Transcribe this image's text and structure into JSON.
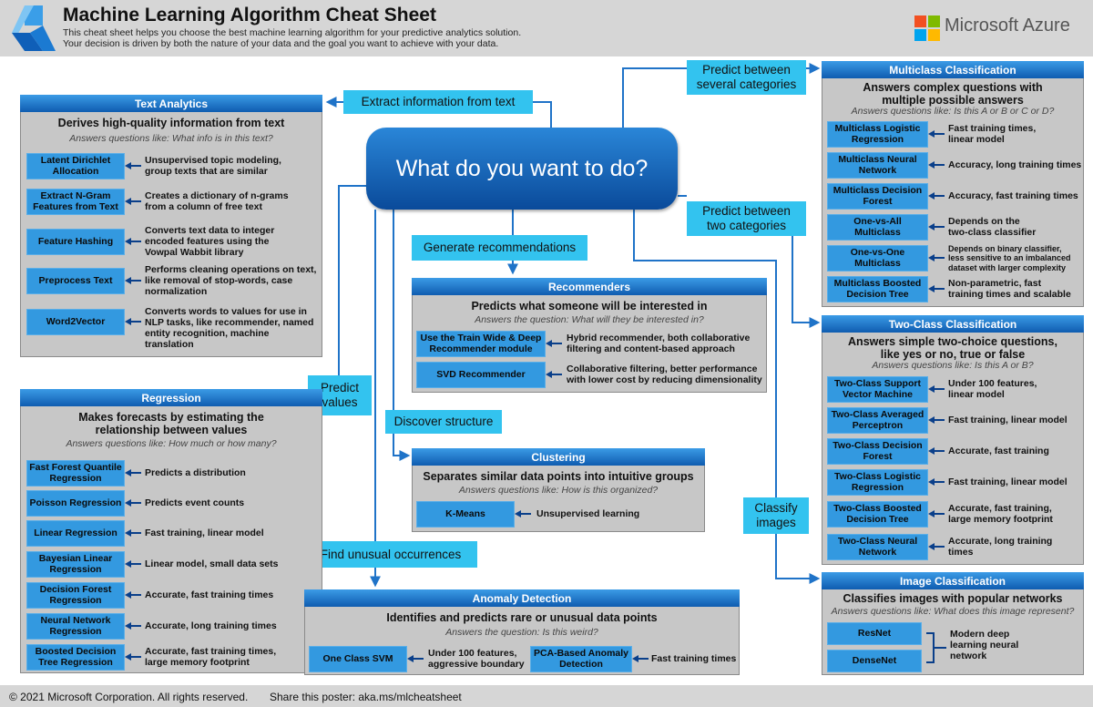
{
  "header": {
    "title": "Machine Learning Algorithm Cheat Sheet",
    "subtitle_1": "This cheat sheet helps you choose the best machine learning algorithm for your predictive analytics solution.",
    "subtitle_2": "Your decision is driven by both the nature of your data and the goal you want to achieve with your data.",
    "brand": "Microsoft Azure"
  },
  "footer": {
    "copyright": "© 2021 Microsoft Corporation. All rights reserved.",
    "share": "Share this poster: aka.ms/mlcheatsheet"
  },
  "center_question": "What do you want to do?",
  "labels": {
    "extract": "Extract information from text",
    "several": "Predict between\nseveral categories",
    "two": "Predict between\ntwo categories",
    "recommend": "Generate recommendations",
    "values": "Predict\nvalues",
    "discover": "Discover structure",
    "images": "Classify\nimages",
    "unusual": "Find unusual occurrences"
  },
  "colors": {
    "header_bar": "#d6d6d6",
    "panel_bg": "#c7c7c7",
    "panel_header": "#1f73c8",
    "algo_box": "#3399e0",
    "label_cyan": "#33c3ef",
    "connector": "#1f73c8"
  },
  "panels": {
    "text": {
      "title": "Text Analytics",
      "desc": "Derives high-quality information from text",
      "note": "Answers questions like: What info is in this text?",
      "items": [
        {
          "name": "Latent Dirichlet\nAllocation",
          "desc": "Unsupervised topic modeling,\ngroup texts that are similar"
        },
        {
          "name": "Extract N-Gram\nFeatures from Text",
          "desc": "Creates a dictionary of n-grams\nfrom a column of free text"
        },
        {
          "name": "Feature Hashing",
          "desc": "Converts text data to integer\nencoded features using the\nVowpal Wabbit library"
        },
        {
          "name": "Preprocess Text",
          "desc": "Performs cleaning operations on text,\nlike removal of stop-words, case\nnormalization"
        },
        {
          "name": "Word2Vector",
          "desc": "Converts words to values for use in\nNLP tasks, like recommender, named\nentity recognition, machine\ntranslation"
        }
      ]
    },
    "regression": {
      "title": "Regression",
      "desc": "Makes forecasts by estimating the\nrelationship between values",
      "note": "Answers questions like: How much or how many?",
      "items": [
        {
          "name": "Fast Forest Quantile\nRegression",
          "desc": "Predicts a distribution"
        },
        {
          "name": "Poisson Regression",
          "desc": "Predicts event counts"
        },
        {
          "name": "Linear Regression",
          "desc": "Fast training, linear model"
        },
        {
          "name": "Bayesian Linear\nRegression",
          "desc": "Linear model, small data sets"
        },
        {
          "name": "Decision Forest\nRegression",
          "desc": "Accurate, fast training times"
        },
        {
          "name": "Neural Network\nRegression",
          "desc": "Accurate, long training times"
        },
        {
          "name": "Boosted Decision\nTree Regression",
          "desc": "Accurate, fast training times,\nlarge memory footprint"
        }
      ]
    },
    "recommenders": {
      "title": "Recommenders",
      "desc": "Predicts what someone will be interested in",
      "note": "Answers the question: What will they be interested in?",
      "items": [
        {
          "name": "Use the Train Wide & Deep\nRecommender module",
          "desc": "Hybrid recommender, both collaborative\nfiltering and content-based approach"
        },
        {
          "name": "SVD Recommender",
          "desc": "Collaborative filtering, better performance\nwith lower cost by reducing dimensionality"
        }
      ]
    },
    "clustering": {
      "title": "Clustering",
      "desc": "Separates similar data points into intuitive groups",
      "note": "Answers questions like: How is this organized?",
      "items": [
        {
          "name": "K-Means",
          "desc": "Unsupervised learning"
        }
      ]
    },
    "anomaly": {
      "title": "Anomaly Detection",
      "desc": "Identifies and predicts rare or unusual data points",
      "note": "Answers the question: Is this weird?",
      "items": [
        {
          "name": "One Class SVM",
          "desc": "Under 100 features,\naggressive boundary"
        },
        {
          "name": "PCA-Based Anomaly\nDetection",
          "desc": "Fast training times"
        }
      ]
    },
    "multiclass": {
      "title": "Multiclass Classification",
      "desc": "Answers complex questions with\nmultiple possible answers",
      "note": "Answers questions like: Is this A or B or C or D?",
      "items": [
        {
          "name": "Multiclass Logistic\nRegression",
          "desc": "Fast training times,\nlinear model"
        },
        {
          "name": "Multiclass Neural\nNetwork",
          "desc": "Accuracy, long training times"
        },
        {
          "name": "Multiclass Decision\nForest",
          "desc": "Accuracy, fast training times"
        },
        {
          "name": "One-vs-All\nMulticlass",
          "desc": "Depends on the\ntwo-class classifier"
        },
        {
          "name": "One-vs-One\nMulticlass",
          "desc": "Depends on binary classifier,\nless sensitive to an imbalanced\ndataset with larger complexity"
        },
        {
          "name": "Multiclass Boosted\nDecision Tree",
          "desc": "Non-parametric, fast\ntraining times and scalable"
        }
      ]
    },
    "twoclass": {
      "title": "Two-Class Classification",
      "desc": "Answers simple two-choice questions,\nlike yes or no, true or false",
      "note": "Answers questions like: Is this A or B?",
      "items": [
        {
          "name": "Two-Class Support\nVector Machine",
          "desc": "Under 100 features,\nlinear model"
        },
        {
          "name": "Two-Class Averaged\nPerceptron",
          "desc": "Fast training, linear model"
        },
        {
          "name": "Two-Class Decision\nForest",
          "desc": "Accurate, fast training"
        },
        {
          "name": "Two-Class Logistic\nRegression",
          "desc": "Fast training, linear model"
        },
        {
          "name": "Two-Class Boosted\nDecision Tree",
          "desc": "Accurate, fast training,\nlarge memory footprint"
        },
        {
          "name": "Two-Class Neural\nNetwork",
          "desc": "Accurate, long training\ntimes"
        }
      ]
    },
    "image": {
      "title": "Image Classification",
      "desc": "Classifies images with popular networks",
      "note": "Answers questions like: What does this image represent?",
      "items": [
        {
          "name": "ResNet"
        },
        {
          "name": "DenseNet"
        }
      ],
      "shared_desc": "Modern deep\nlearning neural\nnetwork"
    }
  }
}
